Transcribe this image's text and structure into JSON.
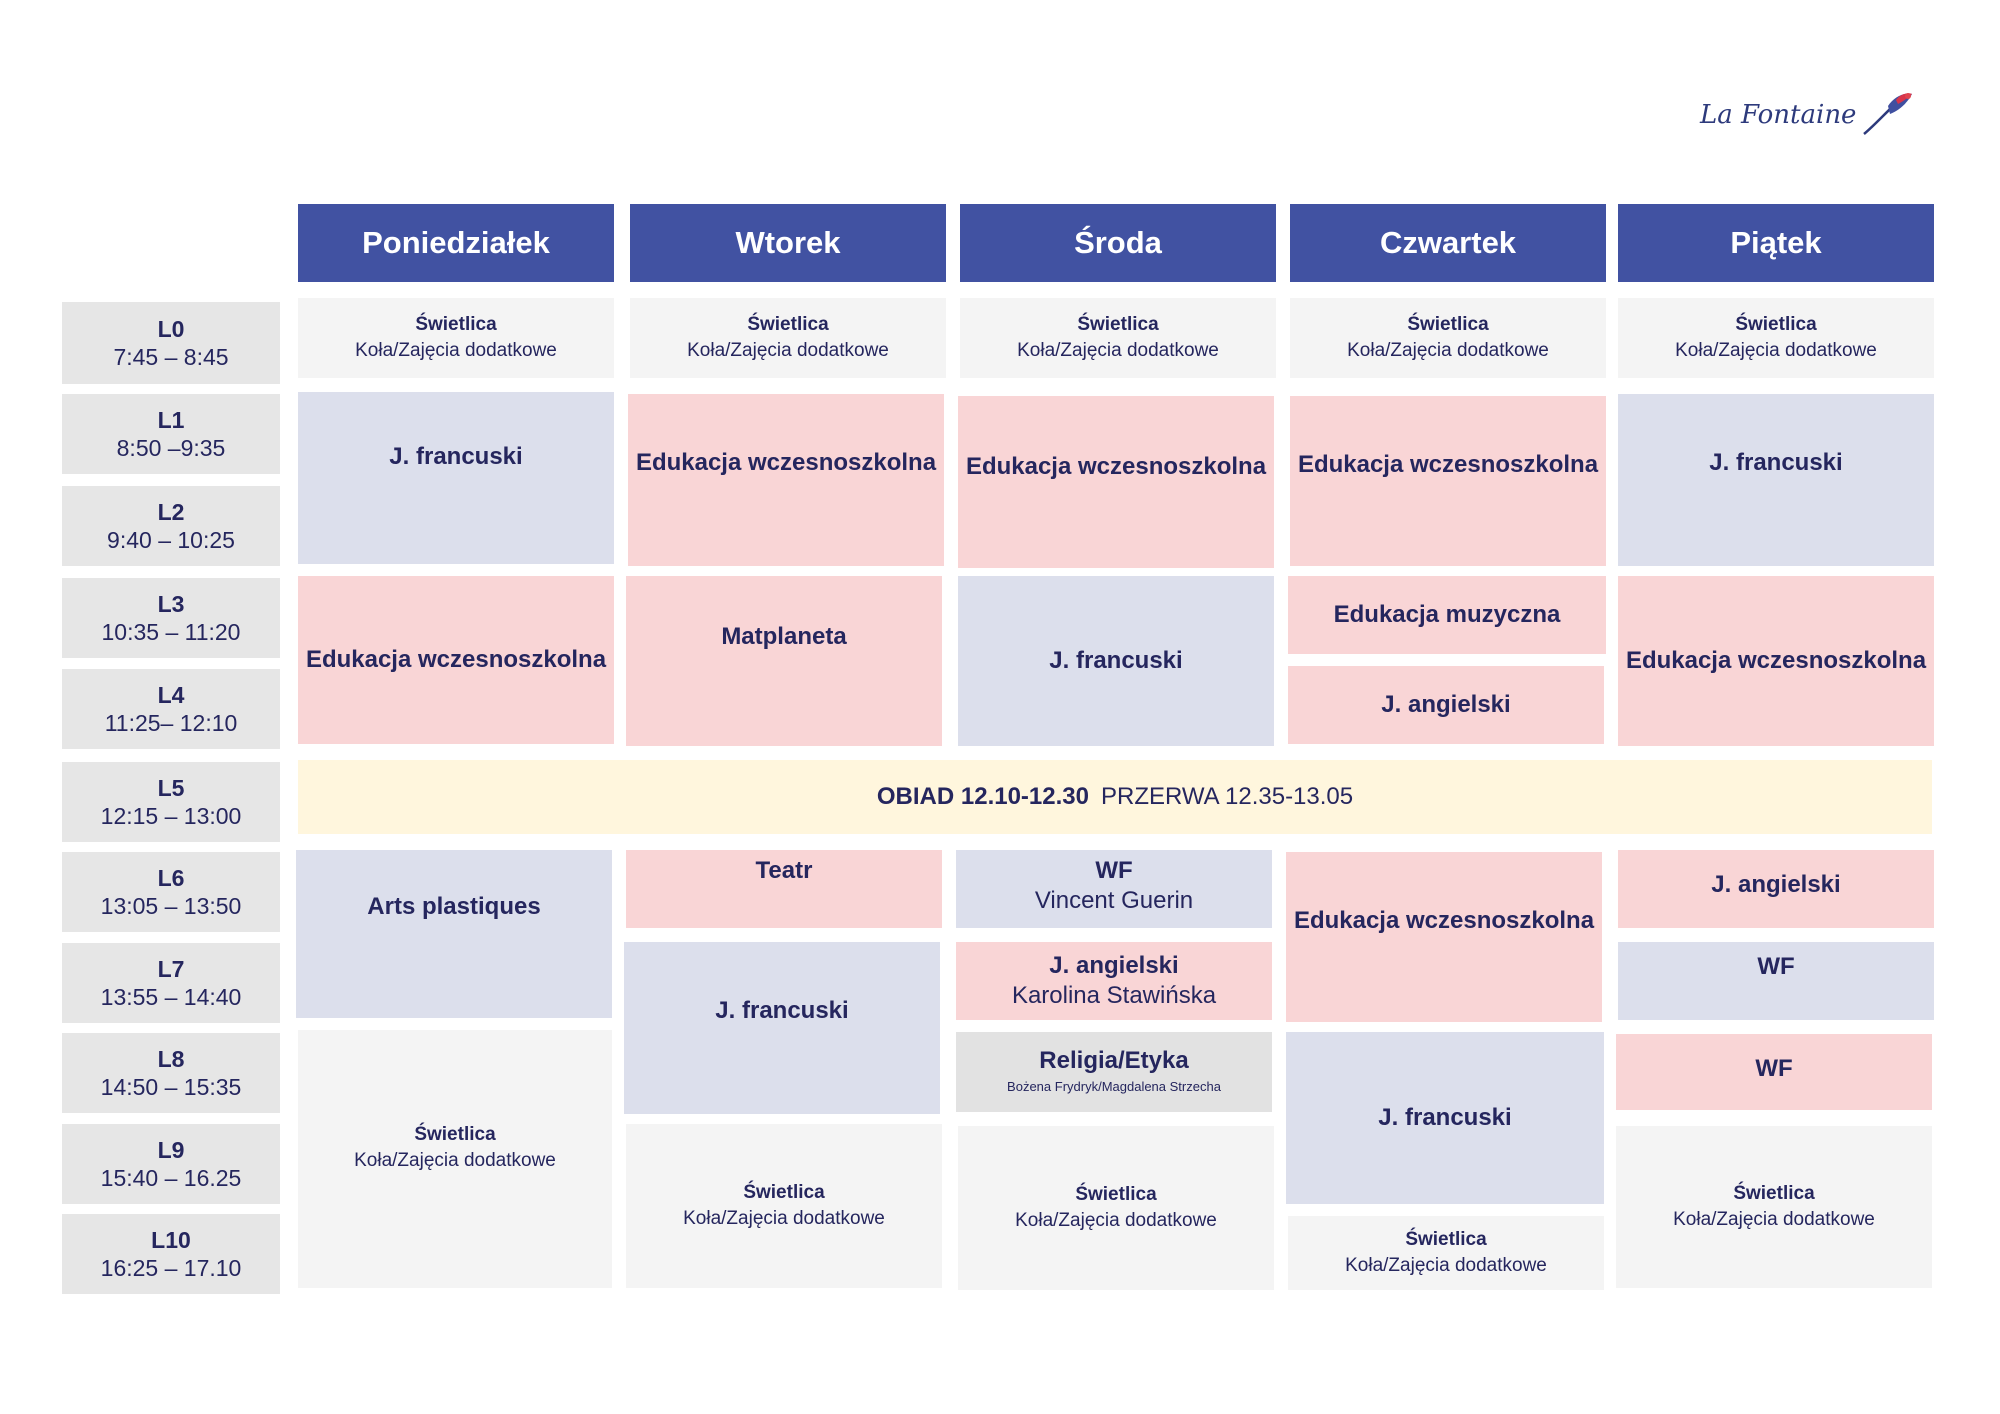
{
  "logo": {
    "text": "La Fontaine"
  },
  "days": [
    "Poniedziałek",
    "Wtorek",
    "Środa",
    "Czwartek",
    "Piątek"
  ],
  "lessons": [
    {
      "label": "L0",
      "time": "7:45 – 8:45"
    },
    {
      "label": "L1",
      "time": "8:50 –9:35"
    },
    {
      "label": "L2",
      "time": "9:40 – 10:25"
    },
    {
      "label": "L3",
      "time": "10:35 – 11:20"
    },
    {
      "label": "L4",
      "time": "11:25– 12:10"
    },
    {
      "label": "L5",
      "time": "12:15 – 13:00"
    },
    {
      "label": "L6",
      "time": "13:05 – 13:50"
    },
    {
      "label": "L7",
      "time": "13:55 – 14:40"
    },
    {
      "label": "L8",
      "time": "14:50 – 15:35"
    },
    {
      "label": "L9",
      "time": "15:40 – 16.25"
    },
    {
      "label": "L10",
      "time": "16:25 – 17.10"
    }
  ],
  "swietlica": {
    "title": "Świetlica",
    "subtitle": "Koła/Zajęcia dodatkowe"
  },
  "subjects": {
    "french": "J. francuski",
    "early_ed": "Edukacja wczesnoszkolna",
    "matplaneta": "Matplaneta",
    "music": "Edukacja muzyczna",
    "english": "J. angielski",
    "arts": "Arts plastiques",
    "theatre": "Teatr",
    "pe": "WF",
    "religion": "Religia/Etyka"
  },
  "teachers": {
    "pe_teacher": "Vincent Guerin",
    "english_teacher": "Karolina Stawińska",
    "religion_teachers": "Bożena Frydryk/Magdalena Strzecha"
  },
  "lunch": {
    "obiad": "OBIAD 12.10-12.30",
    "przerwa": "PRZERWA 12.35-13.05"
  },
  "colors": {
    "header": "#4152a2",
    "blue": "#dcdfec",
    "pink": "#f9d5d6",
    "grey": "#f4f4f4",
    "yellow": "#fff6dd",
    "text": "#25265e"
  }
}
